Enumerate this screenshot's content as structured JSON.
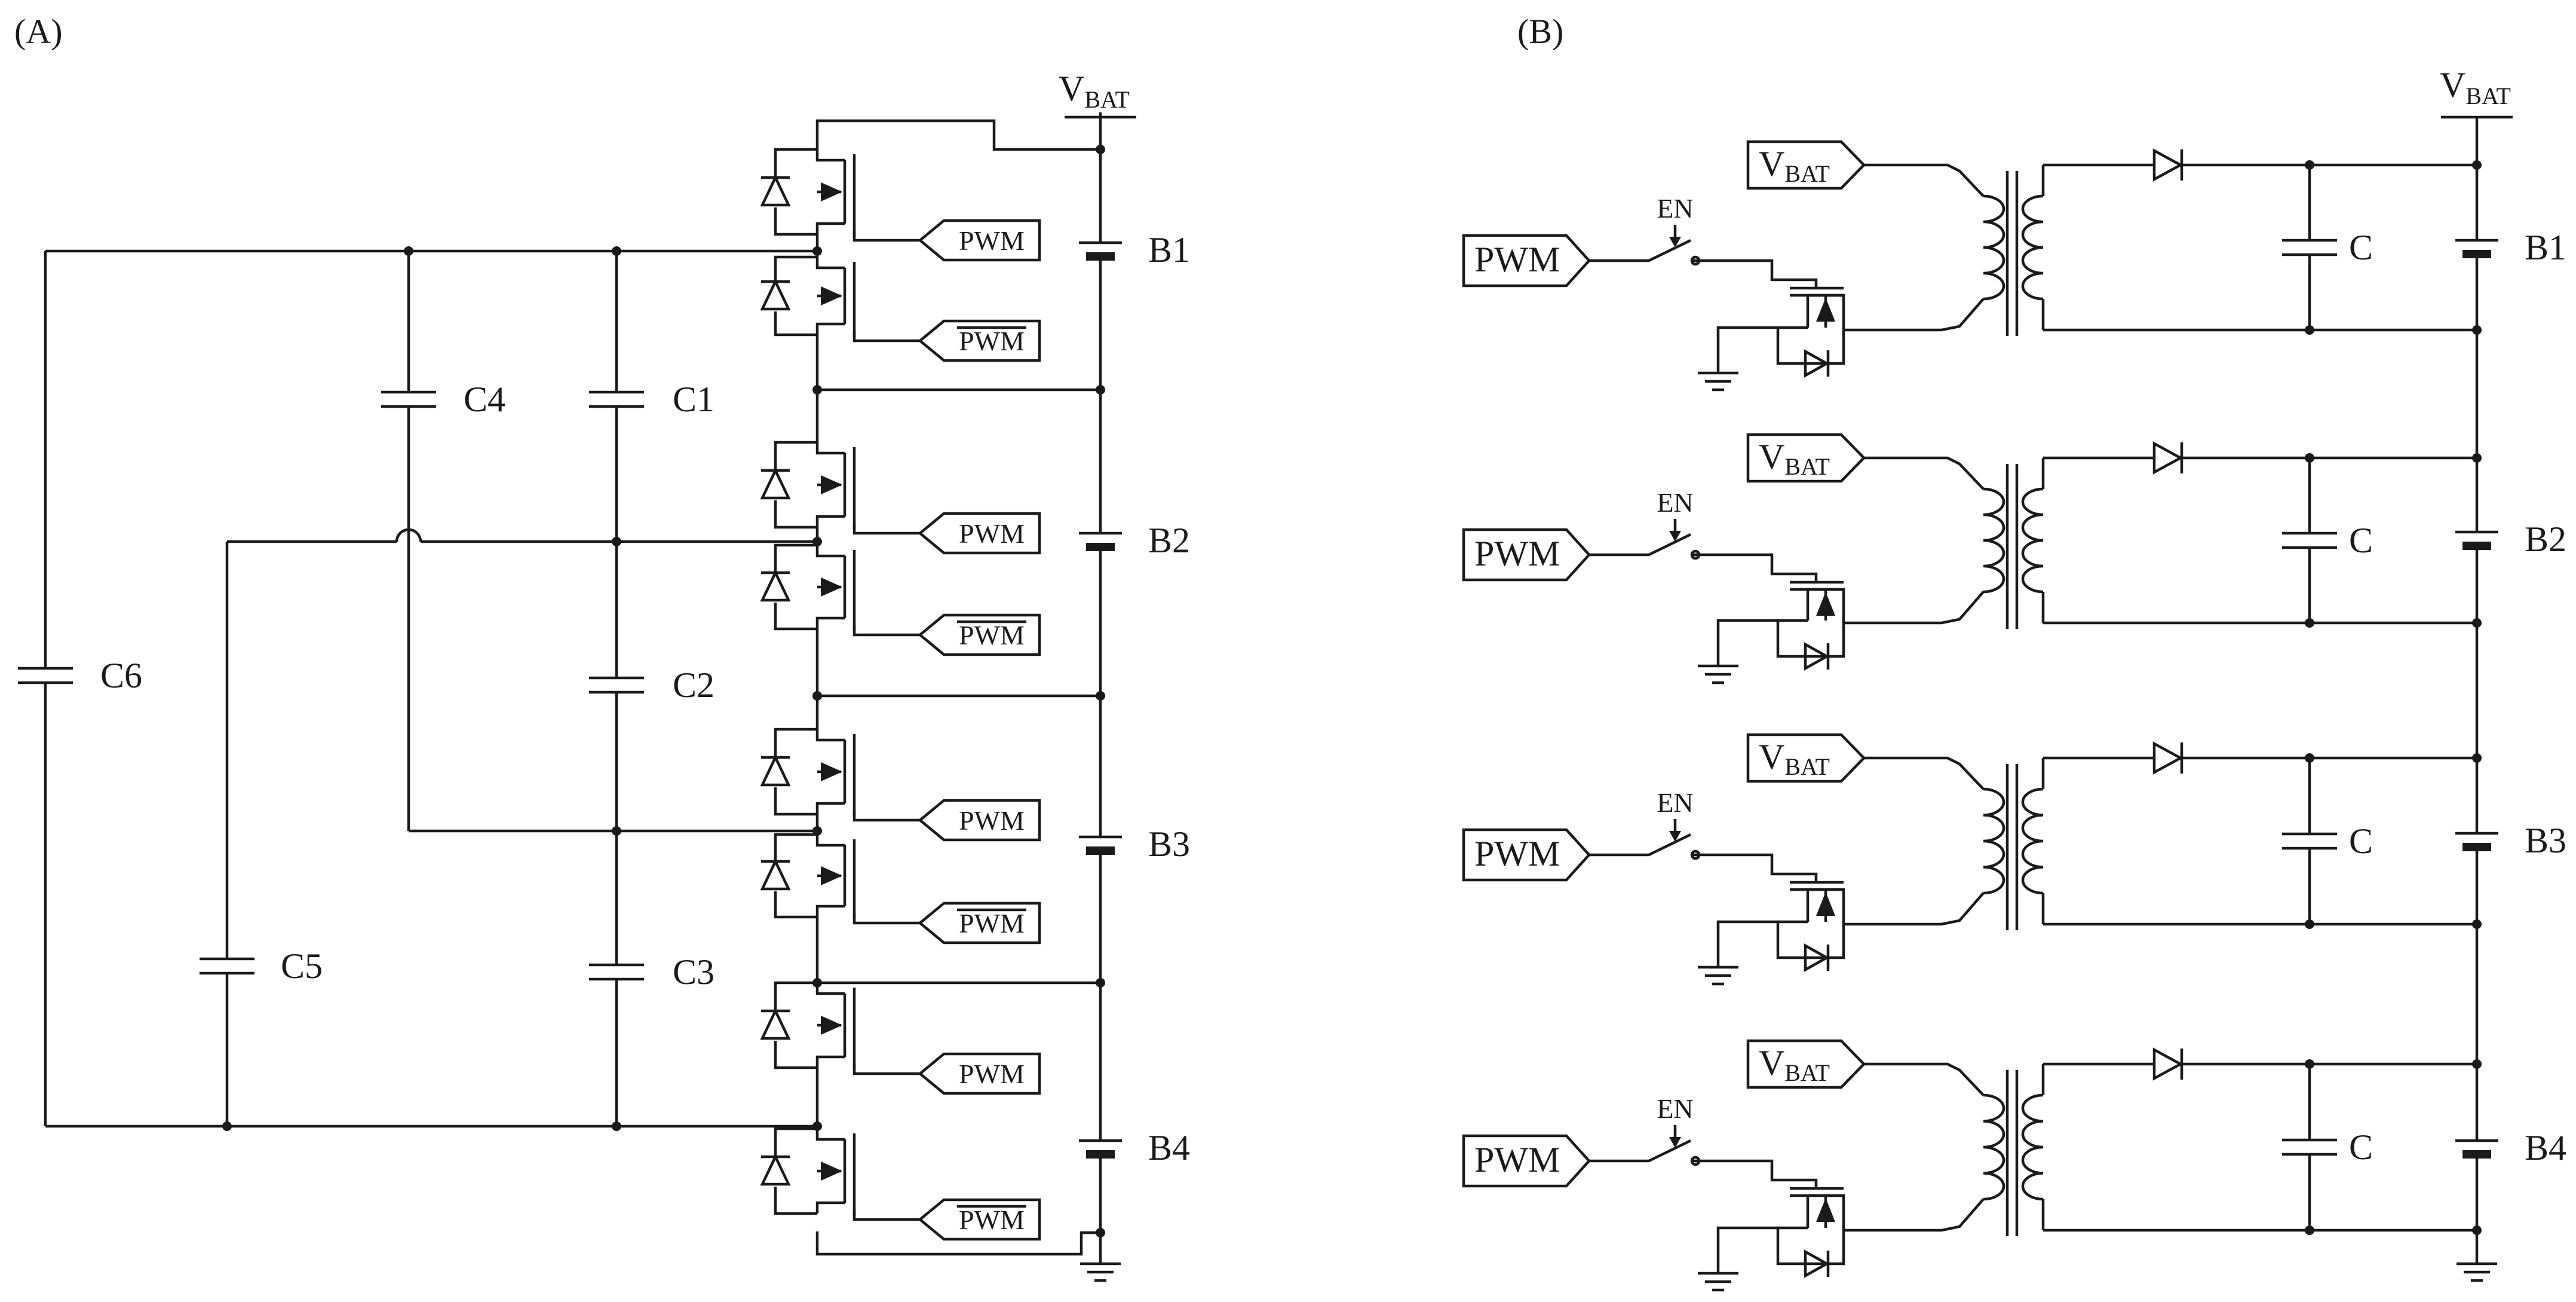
{
  "panels": [
    {
      "id": "A",
      "label": "(A)",
      "supply_label": "V",
      "supply_sub": "BAT",
      "batteries": [
        "B1",
        "B2",
        "B3",
        "B4"
      ],
      "capacitors": [
        "C1",
        "C2",
        "C3",
        "C4",
        "C5",
        "C6"
      ],
      "gate_signals": [
        "PWM",
        "PWM",
        "PWM",
        "PWM",
        "PWM",
        "PWM",
        "PWM",
        "PWM"
      ],
      "gate_overline": [
        false,
        true,
        false,
        true,
        false,
        true,
        false,
        true
      ]
    },
    {
      "id": "B",
      "label": "(B)",
      "supply_label": "V",
      "supply_sub": "BAT",
      "batteries": [
        "B1",
        "B2",
        "B3",
        "B4"
      ],
      "stage_capacitor": [
        "C",
        "C",
        "C",
        "C"
      ],
      "stage_input": [
        "PWM",
        "PWM",
        "PWM",
        "PWM"
      ],
      "stage_enable": [
        "EN",
        "EN",
        "EN",
        "EN"
      ],
      "stage_supply_label": "V",
      "stage_supply_sub": "BAT"
    }
  ]
}
